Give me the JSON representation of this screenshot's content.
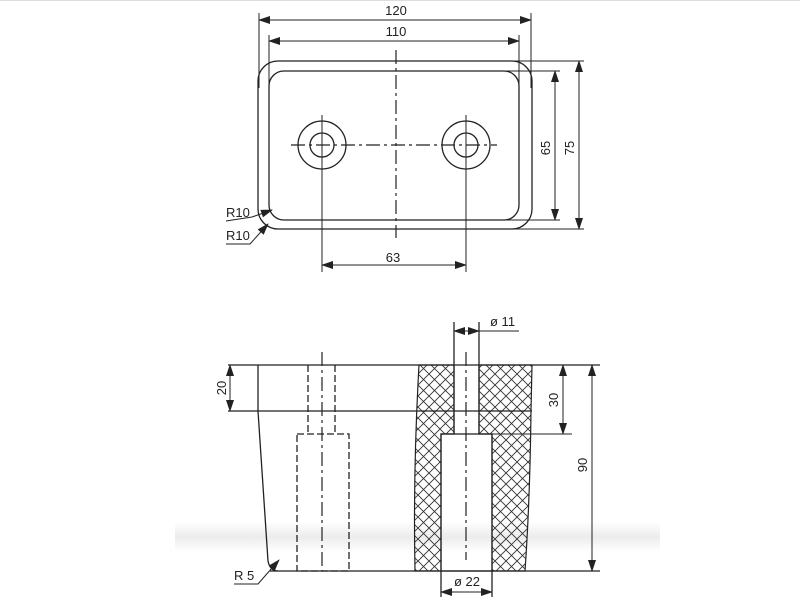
{
  "drawing": {
    "top_view": {
      "dim_overall_length": "120",
      "dim_inner_length": "110",
      "dim_hole_spacing": "63",
      "dim_inner_width": "65",
      "dim_overall_width": "75",
      "radius_inner": "R10",
      "radius_outer": "R10"
    },
    "section_view": {
      "dim_bore_diameter": "ø 11",
      "dim_counterbore_diameter": "ø 22",
      "dim_flange_height": "20",
      "dim_bore_depth": "30",
      "dim_total_height": "90",
      "radius_bottom": "R 5"
    }
  },
  "colors": {
    "line": "#222222",
    "background": "#ffffff",
    "band": "#eeeeee"
  }
}
